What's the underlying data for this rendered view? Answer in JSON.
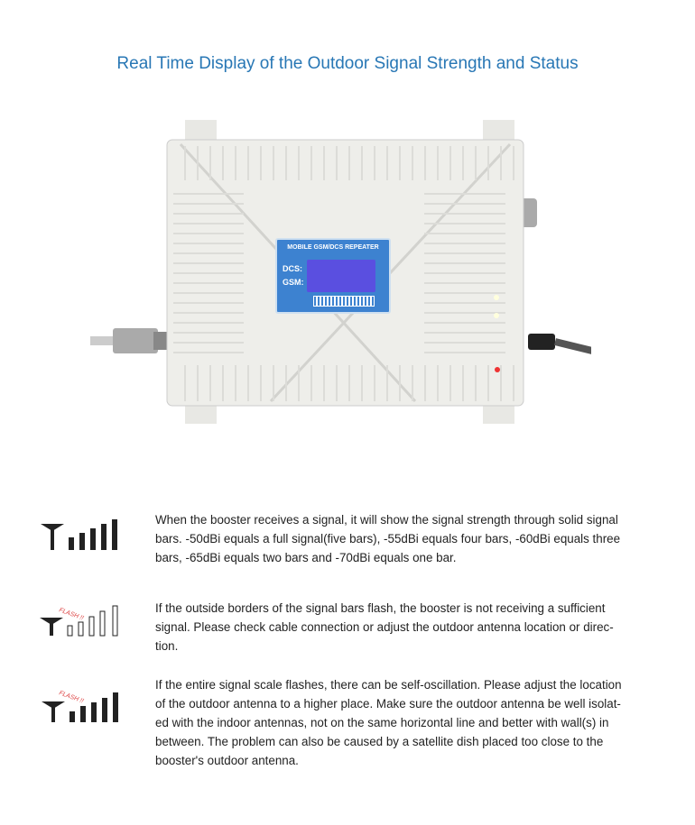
{
  "title": "Real Time Display of the Outdoor Signal Strength and Status",
  "device": {
    "lcd_title": "MOBILE GSM/DCS REPEATER",
    "band1": "DCS:",
    "band2": "GSM:"
  },
  "icons": {
    "flash_label": "FLASH !!"
  },
  "items": [
    {
      "icon": "solid-signal-bars-icon",
      "lines": [
        "When the booster receives a signal, it will show the signal strength through solid signal",
        "bars. -50dBi equals a full signal(five bars), -55dBi equals four bars, -60dBi equals three",
        "bars, -65dBi equals two bars and -70dBi equals one bar."
      ]
    },
    {
      "icon": "flashing-outline-bars-icon",
      "lines": [
        "If the outside borders of the signal bars flash, the booster is not receiving a sufficient",
        "signal. Please check cable connection or adjust the outdoor antenna location or direc-",
        "tion."
      ]
    },
    {
      "icon": "flashing-solid-bars-icon",
      "lines": [
        "If the entire signal scale flashes, there can be self-oscillation. Please adjust the location",
        "of the outdoor antenna to a higher place. Make sure the outdoor antenna be well isolat-",
        "ed with the indoor antennas, not on the same horizontal line and better with wall(s) in",
        "between. The problem can also be caused by a satellite dish placed too close to the",
        "booster's outdoor antenna."
      ]
    }
  ]
}
